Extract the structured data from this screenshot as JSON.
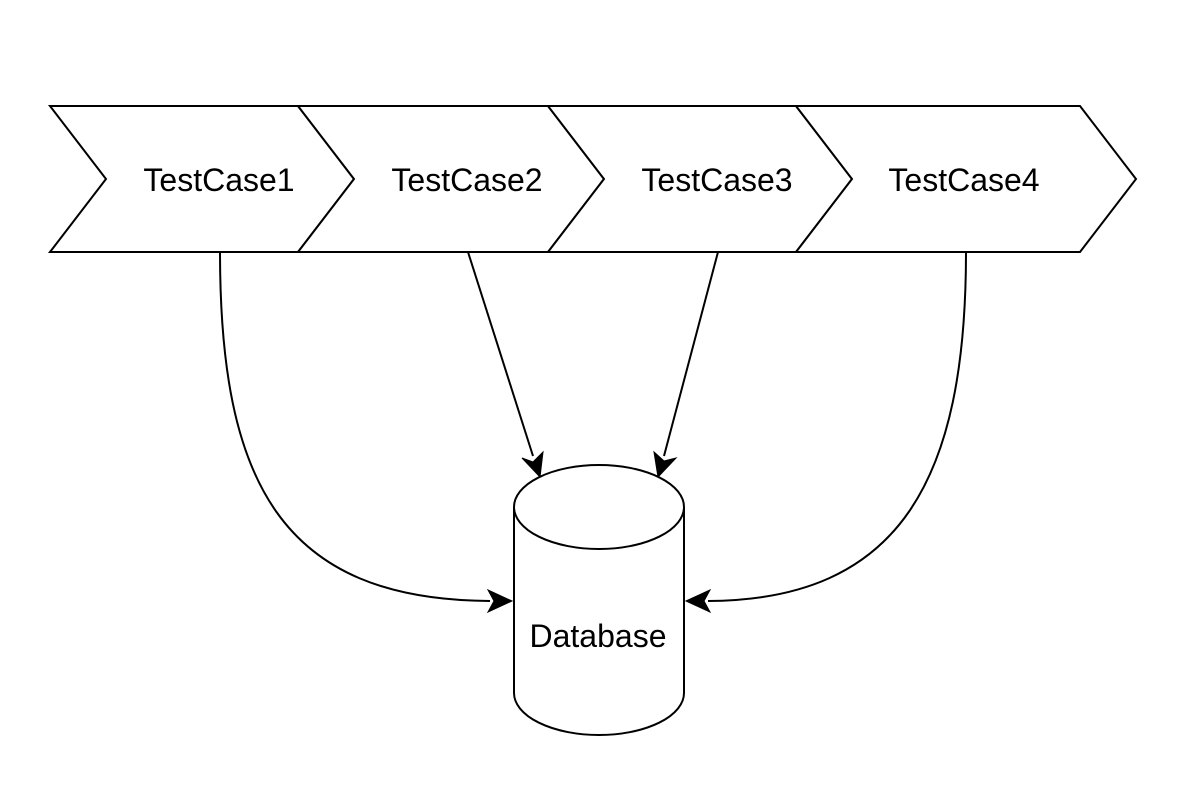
{
  "diagram": {
    "steps": [
      {
        "label": "TestCase1"
      },
      {
        "label": "TestCase2"
      },
      {
        "label": "TestCase3"
      },
      {
        "label": "TestCase4"
      }
    ],
    "database": {
      "label": "Database"
    },
    "colors": {
      "stroke": "#000000",
      "fill": "#ffffff",
      "background": "#ffffff"
    }
  }
}
